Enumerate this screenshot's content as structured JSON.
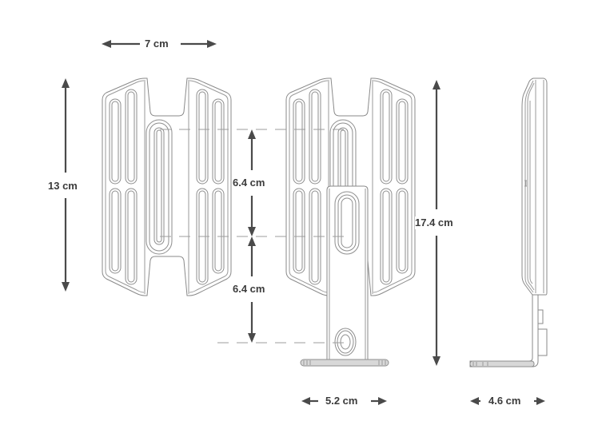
{
  "figure": {
    "type": "dimension-drawing",
    "subject": "phone / device mount with adjustable holder",
    "views": [
      {
        "name": "front-view",
        "description": "holder front, without bracket"
      },
      {
        "name": "front-view-with-bracket",
        "description": "holder front with mounting bracket"
      },
      {
        "name": "side-view",
        "description": "side profile with bracket"
      }
    ],
    "colors": {
      "line": "#8a8a8a",
      "dimension": "#4a4a4a",
      "label": "#3c3c3c",
      "background": "#ffffff"
    }
  },
  "dimensions": {
    "width_top": {
      "label": "7 cm",
      "orientation": "horizontal"
    },
    "height_left": {
      "label": "13 cm",
      "orientation": "vertical"
    },
    "slot_spacing_upper": {
      "label": "6.4 cm",
      "orientation": "vertical"
    },
    "slot_spacing_lower": {
      "label": "6.4 cm",
      "orientation": "vertical"
    },
    "height_total": {
      "label": "17.4 cm",
      "orientation": "vertical"
    },
    "base_width": {
      "label": "5.2 cm",
      "orientation": "horizontal"
    },
    "depth": {
      "label": "4.6 cm",
      "orientation": "horizontal"
    }
  }
}
